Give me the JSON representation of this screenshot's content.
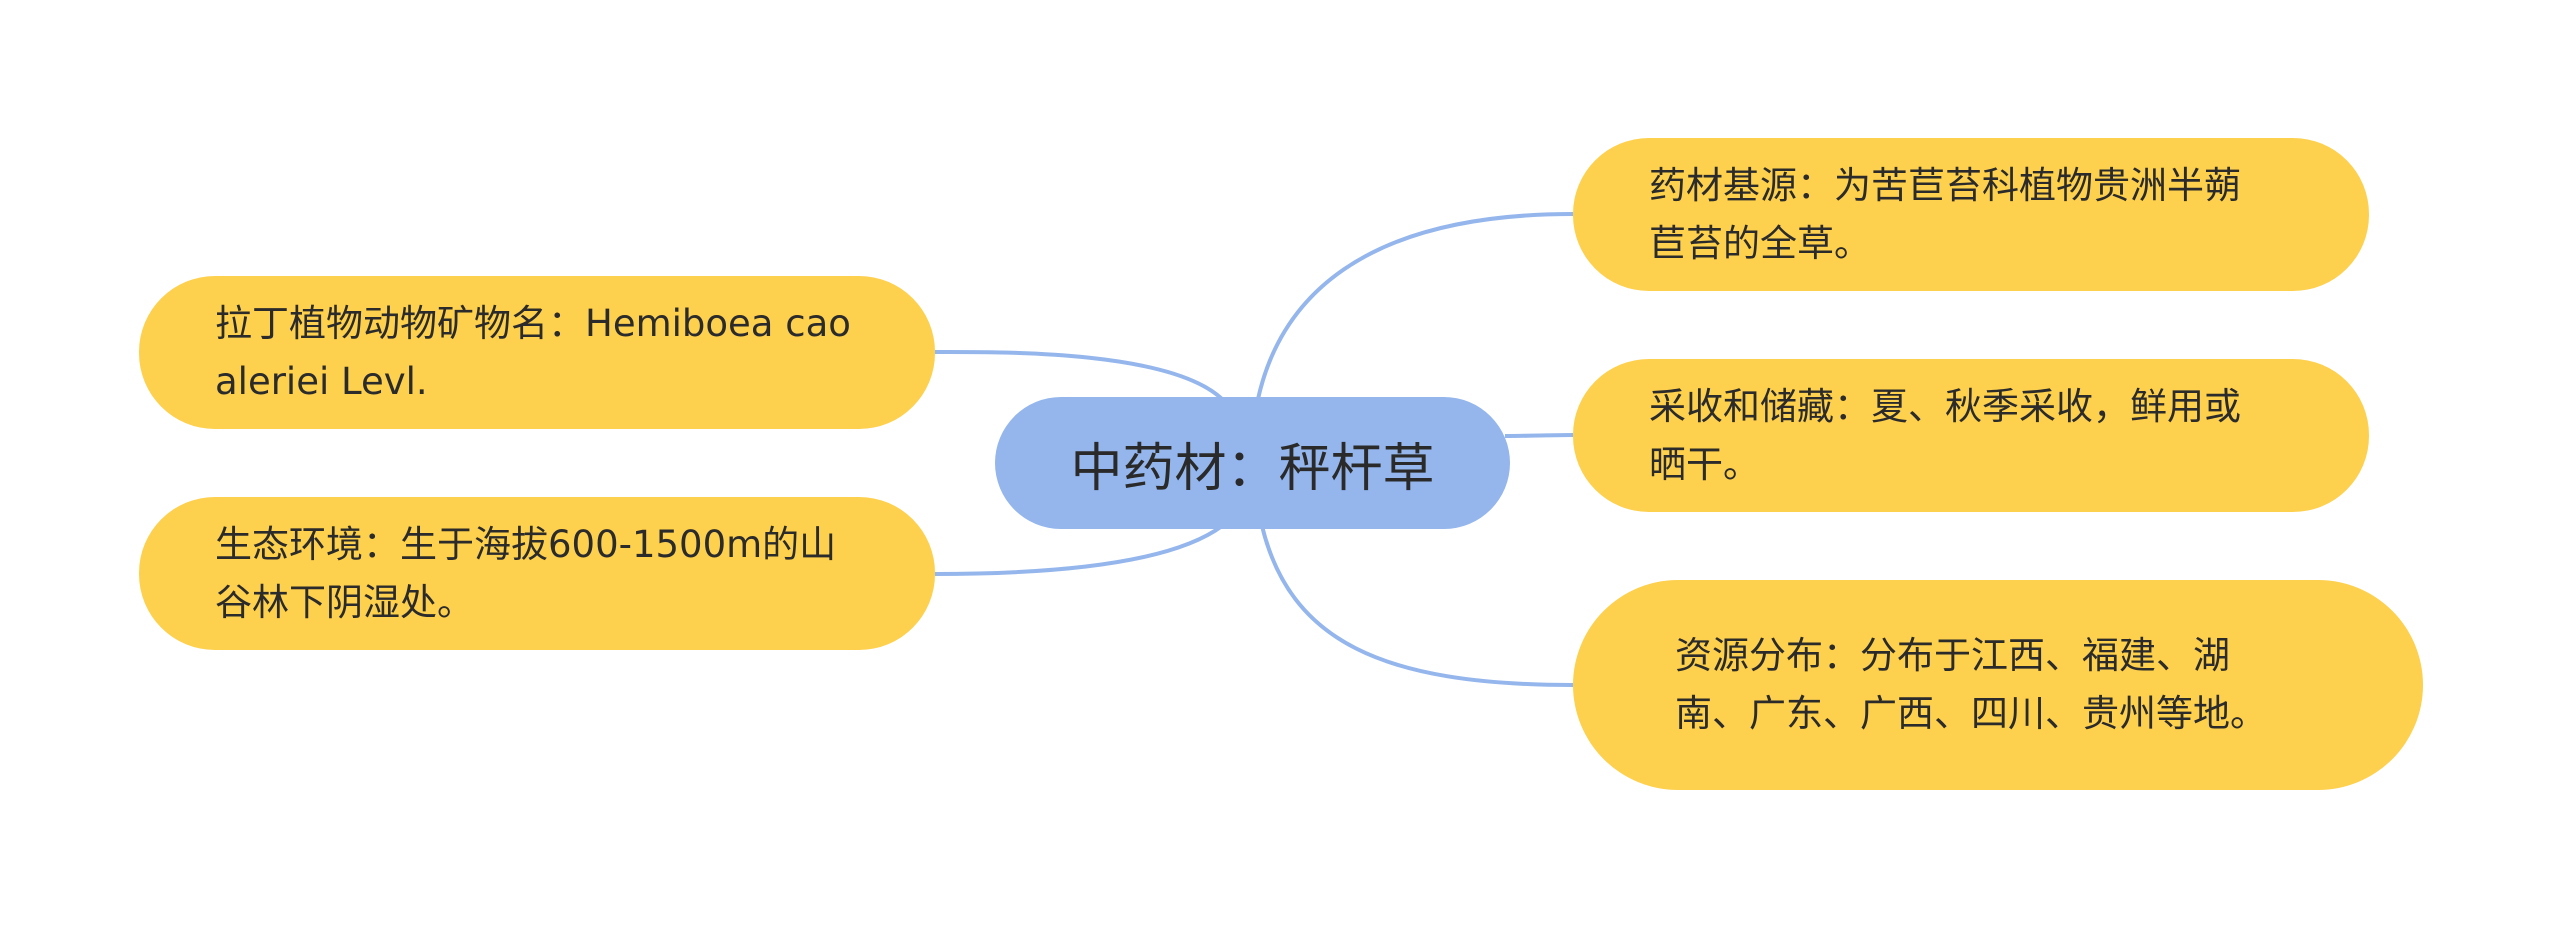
{
  "center": {
    "label": "中药材：秤杆草"
  },
  "topics": {
    "left": [
      {
        "text": "拉丁植物动物矿物名：Hemiboea caoaleriei Levl."
      },
      {
        "text": "生态环境：生于海拔600-1500m的山谷林下阴湿处。"
      }
    ],
    "right": [
      {
        "text": "药材基源：为苦苣苔科植物贵洲半蒴苣苔的全草。"
      },
      {
        "text": "采收和储藏：夏、秋季采收，鲜用或晒干。"
      },
      {
        "text": "资源分布：分布于江西、福建、湖南、广东、广西、四川、贵州等地。"
      }
    ]
  },
  "colors": {
    "topic_fill": "#fdd04e",
    "center_fill": "#94b6ec",
    "connector": "#94b6ec"
  }
}
